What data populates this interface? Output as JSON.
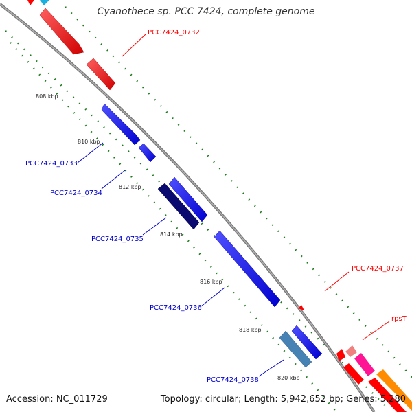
{
  "title": "Cyanothece sp. PCC 7424, complete genome",
  "footer": {
    "accession": "Accession: NC_011729",
    "info": "Topology: circular; Length: 5,942,652 bp; Genes: 5,280"
  },
  "colors": {
    "backbone": "#888888",
    "tick": "#1a7a1a",
    "forward_gene": "#ff0000",
    "reverse_gene": "#0000ff",
    "dark_gene": "#0a0a70",
    "steel_gene": "#4682b4",
    "pink_gene": "#ff1493",
    "light_pink_gene": "#f08080",
    "orange_gene": "#ff8c00",
    "cyan_gene": "#1ab0e0"
  },
  "scale_ticks": [
    "808 kbp",
    "810 kbp",
    "812 kbp",
    "814 kbp",
    "816 kbp",
    "818 kbp",
    "820 kbp"
  ],
  "gene_labels": {
    "pcc0732": "PCC7424_0732",
    "pcc0733": "PCC7424_0733",
    "pcc0734": "PCC7424_0734",
    "pcc0735": "PCC7424_0735",
    "pcc0736": "PCC7424_0736",
    "pcc0737": "PCC7424_0737",
    "pcc0738": "PCC7424_0738",
    "rpst": "rpsT"
  }
}
